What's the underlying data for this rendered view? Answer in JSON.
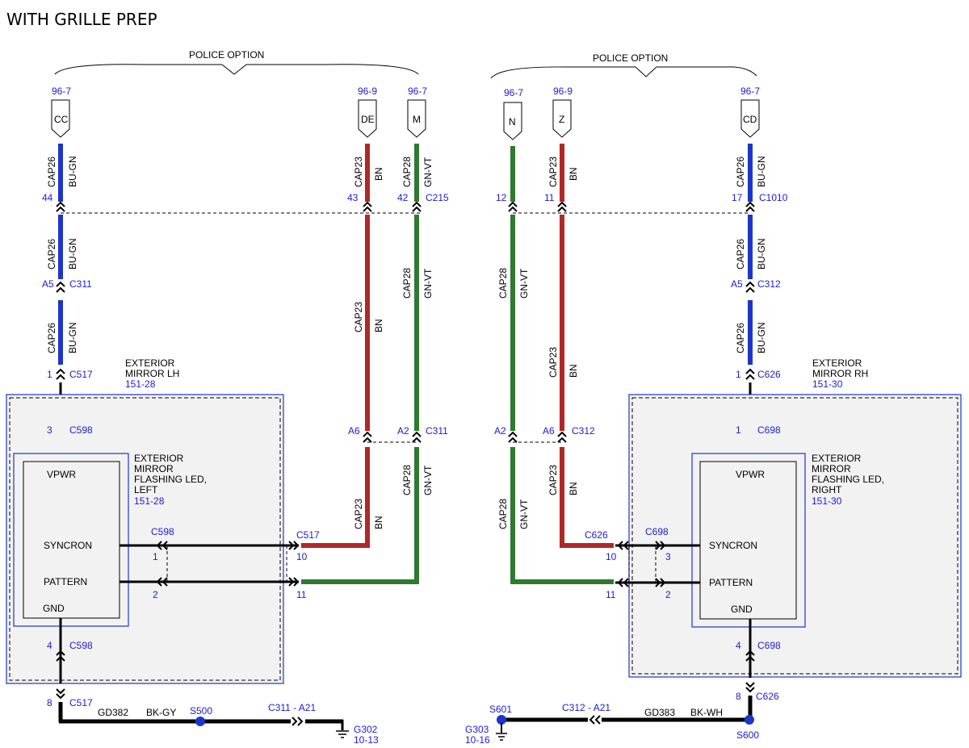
{
  "title": "WITH GRILLE PREP",
  "colors": {
    "blue_wire": "#1b36c8",
    "brown_wire": "#b02828",
    "green_wire": "#2e7a2e",
    "label_blue": "#1b1bd6",
    "box_fill": "#f2f2f2"
  },
  "left": {
    "police": "POLICE OPTION",
    "refs": [
      "96-7",
      "96-9",
      "96-7"
    ],
    "terms": [
      "CC",
      "DE",
      "M"
    ],
    "w1": {
      "circuit_top": "CAP26",
      "color_top": "BU-GN",
      "pin_top": "44",
      "circuit_mid": "CAP26",
      "color_mid": "BU-GN",
      "pin_mid": "A5",
      "conn_mid": "C311",
      "circuit_bot": "CAP26",
      "color_bot": "BU-GN",
      "pin_bot": "1",
      "conn_bot": "C517"
    },
    "w2": {
      "circuit": "CAP23",
      "color": "BN",
      "pin": "43",
      "pin2": "A6",
      "circuit_low": "CAP23",
      "color_low": "BN"
    },
    "w3": {
      "circuit": "CAP28",
      "color": "GN-VT",
      "pin": "42",
      "conn": "C215",
      "pin2": "A2",
      "conn2": "C311",
      "circuit_low": "CAP28",
      "color_low": "GN-VT"
    },
    "outer_box": {
      "line1": "EXTERIOR",
      "line2": "MIRROR LH",
      "ref": "151-28"
    },
    "c598_top": {
      "pin": "3",
      "conn": "C598"
    },
    "inner_box": {
      "line1": "EXTERIOR",
      "line2": "MIRROR",
      "line3": "FLASHING LED,",
      "line4": "LEFT",
      "ref": "151-28"
    },
    "module": {
      "vpwr": "VPWR",
      "syncron": "SYNCRON",
      "pattern": "PATTERN",
      "gnd": "GND"
    },
    "sync_conn": "C598",
    "sync_pin": "1",
    "pattern_pin": "2",
    "c517_conn": "C517",
    "c517_pin10": "10",
    "c517_pin11": "11",
    "gnd_pin": {
      "pin": "4",
      "conn": "C598"
    },
    "c517_bot": {
      "pin": "8",
      "conn": "C517"
    },
    "ground_circuit": "GD382",
    "ground_color": "BK-GY",
    "splice": "S500",
    "inline_conn": "C311 - A21",
    "ground": "G302",
    "ground_ref": "10-13"
  },
  "right": {
    "police": "POLICE OPTION",
    "refs": [
      "96-7",
      "96-9",
      "96-7"
    ],
    "terms": [
      "N",
      "Z",
      "CD"
    ],
    "w1": {
      "circuit_top": "CAP26",
      "color_top": "BU-GN",
      "pin_top": "17",
      "conn_top": "C1010",
      "circuit_mid": "CAP26",
      "color_mid": "BU-GN",
      "pin_mid": "A5",
      "conn_mid": "C312",
      "circuit_bot": "CAP26",
      "color_bot": "BU-GN",
      "pin_bot": "1",
      "conn_bot": "C626"
    },
    "w2": {
      "circuit": "CAP23",
      "color": "BN",
      "pin": "11",
      "pin2": "A6",
      "conn2": "C312",
      "circuit_low": "CAP23",
      "color_low": "BN"
    },
    "w3": {
      "circuit": "CAP28",
      "color": "GN-VT",
      "pin": "12",
      "pin2": "A2",
      "circuit_low": "CAP28",
      "color_low": "GN-VT"
    },
    "outer_box": {
      "line1": "EXTERIOR",
      "line2": "MIRROR RH",
      "ref": "151-30"
    },
    "c698_top": {
      "pin": "1",
      "conn": "C698"
    },
    "inner_box": {
      "line1": "EXTERIOR",
      "line2": "MIRROR",
      "line3": "FLASHING LED,",
      "line4": "RIGHT",
      "ref": "151-30"
    },
    "module": {
      "vpwr": "VPWR",
      "syncron": "SYNCRON",
      "pattern": "PATTERN",
      "gnd": "GND"
    },
    "sync_conn": "C698",
    "sync_pin": "3",
    "pattern_pin": "2",
    "c626_conn": "C626",
    "c626_pin10": "10",
    "c626_pin11": "11",
    "gnd_pin": {
      "pin": "4",
      "conn": "C698"
    },
    "c626_bot": {
      "pin": "8",
      "conn": "C626"
    },
    "ground_circuit": "GD383",
    "ground_color": "BK-WH",
    "splice_left": "S601",
    "inline_conn": "C312 - A21",
    "ground": "G303",
    "ground_ref": "10-16",
    "splice": "S600"
  }
}
